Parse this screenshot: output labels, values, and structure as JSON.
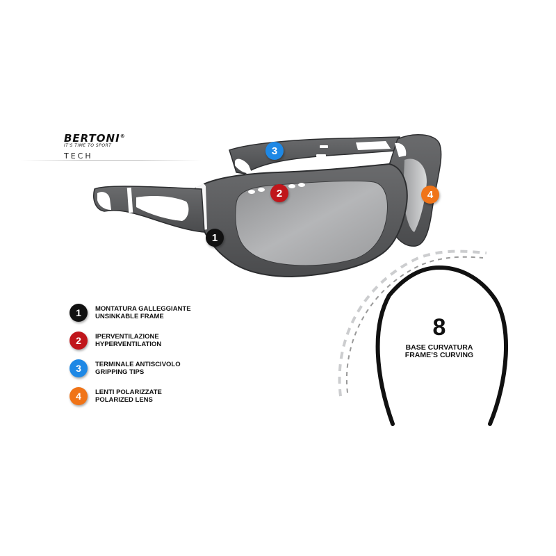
{
  "logo": {
    "brand": "BERTONI",
    "registered": "®",
    "slogan": "IT'S TIME TO SPORT",
    "line": "TECH"
  },
  "callouts": [
    {
      "number": "1",
      "color": "#111111"
    },
    {
      "number": "2",
      "color": "#c0161b"
    },
    {
      "number": "3",
      "color": "#1e88e5"
    },
    {
      "number": "4",
      "color": "#f07418"
    }
  ],
  "legend": [
    {
      "number": "1",
      "color": "#111111",
      "line1": "MONTATURA GALLEGGIANTE",
      "line2": "UNSINKABLE FRAME"
    },
    {
      "number": "2",
      "color": "#c0161b",
      "line1": "IPERVENTILAZIONE",
      "line2": "HYPERVENTILATION"
    },
    {
      "number": "3",
      "color": "#1e88e5",
      "line1": "TERMINALE ANTISCIVOLO",
      "line2": "GRIPPING TIPS"
    },
    {
      "number": "4",
      "color": "#f07418",
      "line1": "LENTI POLARIZZATE",
      "line2": "POLARIZED LENS"
    }
  ],
  "curvature": {
    "value": "8",
    "line1": "BASE CURVATURA",
    "line2": "FRAME’S CURVING"
  },
  "colors": {
    "frame": "#58595b",
    "frame_dark": "#3d3e40",
    "lens": "#a6a7a9",
    "accent_white": "#ffffff"
  }
}
